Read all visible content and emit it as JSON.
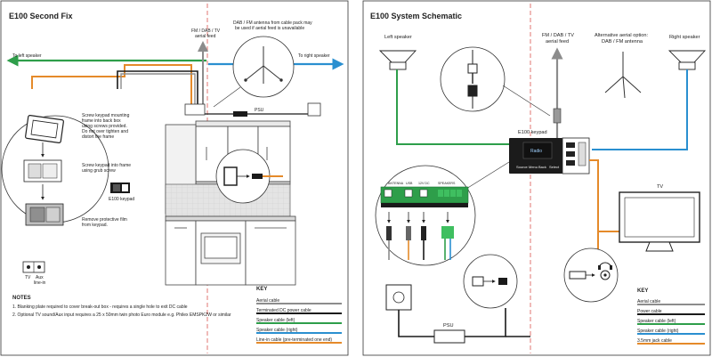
{
  "left_panel": {
    "title": "E100 Second Fix",
    "to_left_speaker": "To left speaker",
    "to_right_speaker": "To right speaker",
    "aerial_feed_lines": [
      "FM / DAB / TV",
      "aerial feed"
    ],
    "dab_note_lines": [
      "DAB / FM antenna from cable pack may",
      "be used if aerial feed is unavailable"
    ],
    "psu_label": "PSU",
    "step1_lines": [
      "Screw keypad mounting",
      "frame into back box",
      "using screws provided.",
      "Do not over tighten and",
      "distort the frame"
    ],
    "step2_lines": [
      "Screw keypad into frame",
      "using grub screw"
    ],
    "step3_lines": [
      "Remove protective film",
      "from keypad."
    ],
    "keypad_label": "E100 keypad",
    "socket_labels": [
      "TV",
      "Aux",
      "line-in"
    ],
    "notes_heading": "NOTES",
    "notes": [
      "1. Blanking plate required to cover break-out box - requires a single hole to exit DC cable",
      "2. Optional TV sound/Aux input requires a 25 x 50mm twin photo Euro module e.g. Philex EMSPK2W or similar"
    ],
    "key_heading": "KEY",
    "key_items": [
      {
        "label": "Aerial cable",
        "color": "#8c8c8c"
      },
      {
        "label": "Terminated DC power cable",
        "color": "#1a1a1a"
      },
      {
        "label": "Speaker cable (left)",
        "color": "#2e9e4a"
      },
      {
        "label": "Speaker cable (right)",
        "color": "#2a8fd0"
      },
      {
        "label": "Line-in cable (pre-terminated one end)",
        "color": "#e58a2a"
      }
    ]
  },
  "right_panel": {
    "title": "E100 System Schematic",
    "left_speaker": "Left speaker",
    "right_speaker": "Right speaker",
    "aerial_feed_lines": [
      "FM / DAB / TV",
      "aerial feed"
    ],
    "alt_aerial_lines": [
      "Alternative aerial option:",
      "DAB / FM antenna"
    ],
    "keypad_label": "E100 keypad",
    "keypad_display": "Radio",
    "keypad_buttons": [
      "Source",
      "Menu",
      "Back",
      "Select"
    ],
    "terminal_labels": [
      "ANTENNA",
      "USB",
      "12V DC",
      "SPEAKERS"
    ],
    "tv_label": "TV",
    "psu_label": "PSU",
    "key_heading": "KEY",
    "key_items": [
      {
        "label": "Aerial cable",
        "color": "#8c8c8c"
      },
      {
        "label": "Power cable",
        "color": "#1a1a1a"
      },
      {
        "label": "Speaker cable (left)",
        "color": "#2e9e4a"
      },
      {
        "label": "Speaker cable (right)",
        "color": "#2a8fd0"
      },
      {
        "label": "3.5mm jack cable",
        "color": "#e58a2a"
      }
    ]
  },
  "colors": {
    "aerial": "#8c8c8c",
    "power": "#1a1a1a",
    "speaker_left": "#2e9e4a",
    "speaker_right": "#2a8fd0",
    "line_in": "#e58a2a",
    "divider": "#d9534f"
  }
}
